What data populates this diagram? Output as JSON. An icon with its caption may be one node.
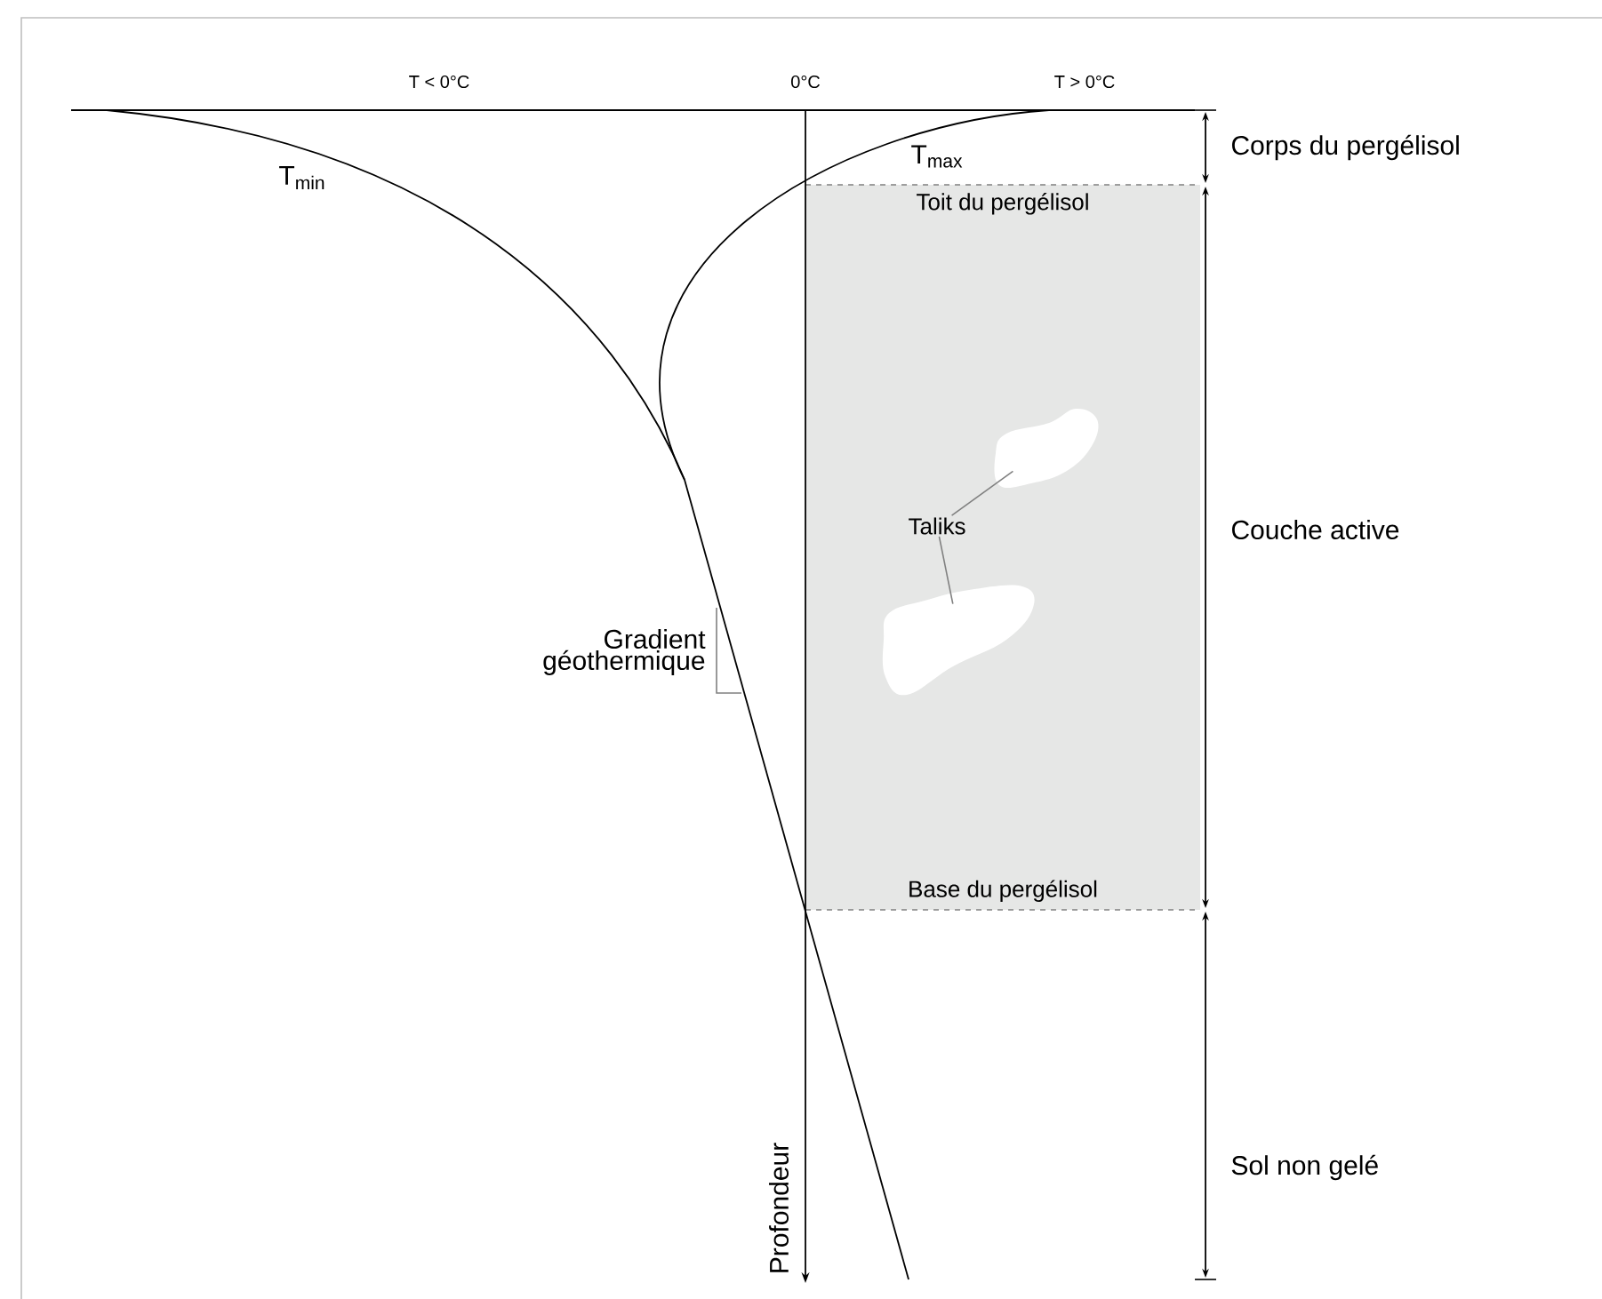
{
  "diagram": {
    "nodes": [
      {
        "text": [
          "Toit du pergélisol",
          "Base du pergélisol"
        ]
      },
      {
        "text": [
          "Taliks"
        ],
        "in": 0
      },
      {
        "text": [],
        "shape": "blob",
        "in": 0
      },
      {
        "text": [],
        "shape": "blob",
        "in": 0
      }
    ],
    "edges": [
      {
        "from": 1,
        "to": 2,
        "arrow": "none"
      },
      {
        "from": 1,
        "to": 3,
        "arrow": "none"
      }
    ],
    "labels": [
      "T < 0°C",
      "0°C",
      "T > 0°C",
      "T$_{min}$",
      "T$_{max}$",
      "Corps du pergélisol",
      "Couche active",
      "Gradient géothermique",
      "Profondeur",
      "Sol non gelé"
    ]
  }
}
